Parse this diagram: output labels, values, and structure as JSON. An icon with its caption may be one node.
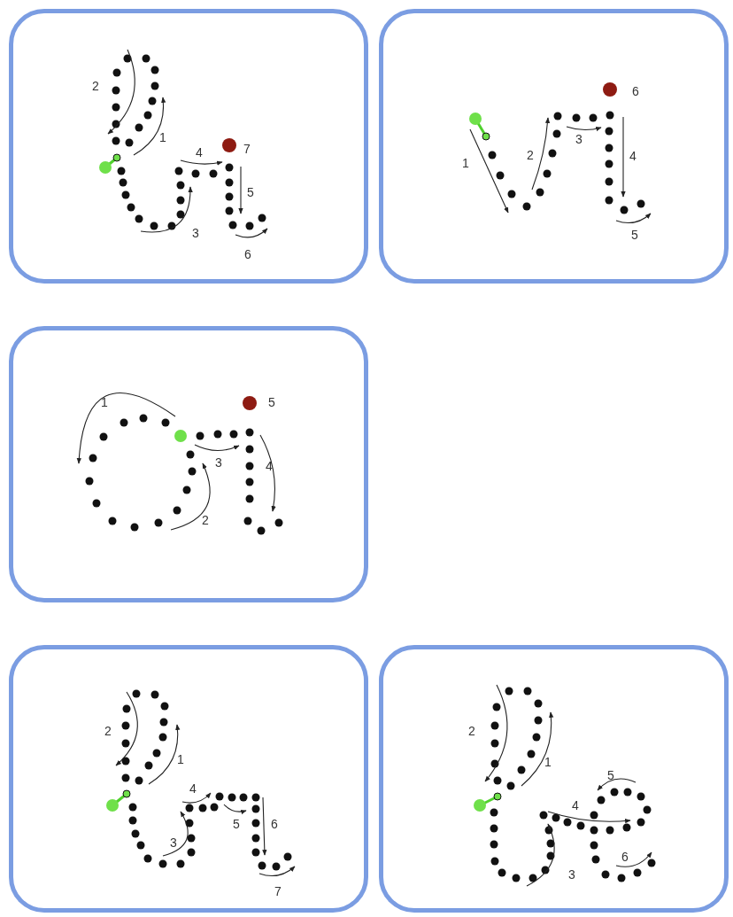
{
  "diagram": {
    "nodes": [
      {
        "text": [
          "1",
          "2",
          "3",
          "4",
          "5",
          "6",
          "7"
        ]
      },
      {
        "text": [
          "1",
          "2",
          "3",
          "4",
          "5",
          "6"
        ]
      },
      {
        "text": [
          "1",
          "2",
          "3",
          "4",
          "5"
        ]
      },
      {
        "text": [
          "1",
          "2",
          "3",
          "4",
          "5",
          "6",
          "7"
        ]
      },
      {
        "text": [
          "1",
          "2",
          "3",
          "4",
          "5",
          "6"
        ]
      }
    ]
  }
}
